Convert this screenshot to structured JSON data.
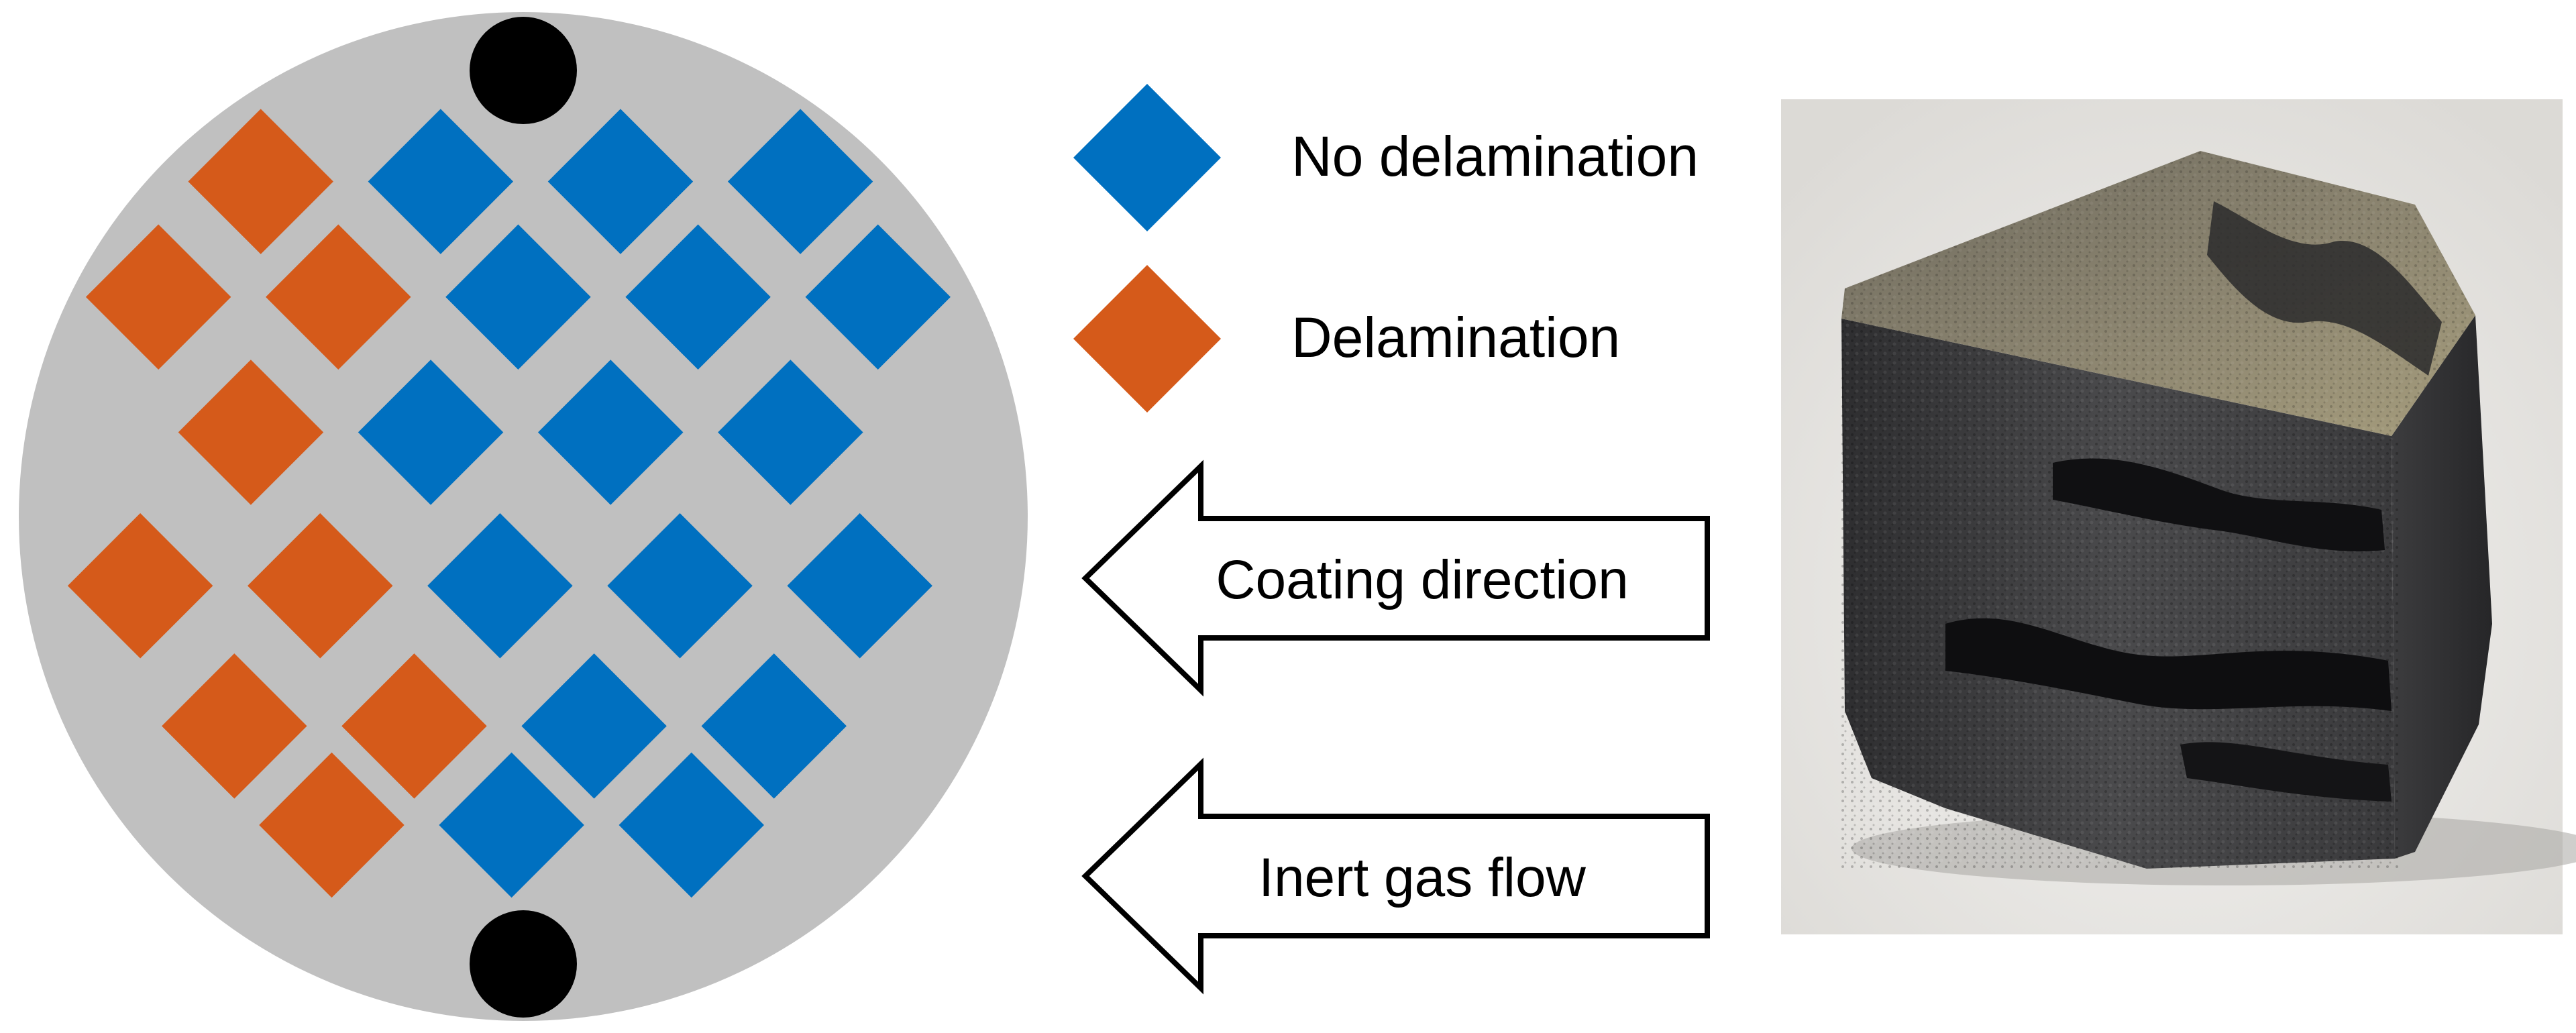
{
  "legend": {
    "no_delamination": "No delamination",
    "delamination": "Delamination"
  },
  "arrows": {
    "coating_direction": "Coating direction",
    "inert_gas_flow": "Inert gas flow"
  },
  "colors": {
    "plate": "#c0c0c0",
    "no_delamination": "#0070c0",
    "delamination": "#d55a1a",
    "hole": "#000000",
    "arrow_stroke": "#000000"
  },
  "plate": {
    "specimen_grid": [
      [
        "delamination",
        "no_delamination",
        "no_delamination",
        "no_delamination"
      ],
      [
        "delamination",
        "delamination",
        "no_delamination",
        "no_delamination",
        "no_delamination"
      ],
      [
        "delamination",
        "no_delamination",
        "no_delamination",
        "no_delamination"
      ],
      [
        "delamination",
        "delamination",
        "no_delamination",
        "no_delamination",
        "no_delamination"
      ],
      [
        "delamination",
        "delamination",
        "no_delamination",
        "no_delamination"
      ],
      [
        "delamination",
        "no_delamination",
        "no_delamination"
      ]
    ]
  },
  "photo": {
    "subject": "printed metal cube specimen with delaminated layers"
  }
}
